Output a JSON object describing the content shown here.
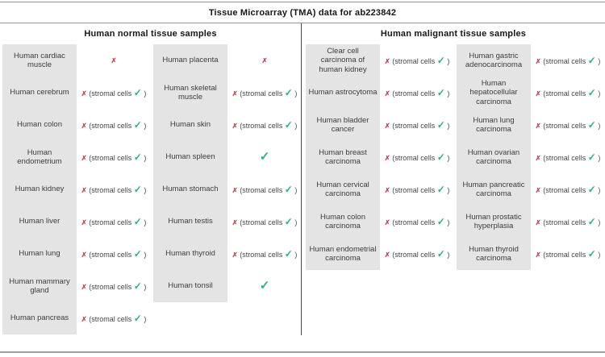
{
  "title": "Tissue Microarray (TMA) data for ab223842",
  "glyphs": {
    "cross": "✗",
    "check": "✓",
    "stromal_open": "(stromal cells",
    "stromal_close": ")"
  },
  "colors": {
    "cross": "#c04a58",
    "check": "#2fb080",
    "label_bg": "#e4e4e4",
    "rule": "#8f9595",
    "divider": "#4f4f4f",
    "bottom_rule": "#9aa0a0"
  },
  "result_legend": {
    "cross": "negative",
    "cross_stromal": "negative (stromal cells positive)",
    "check": "positive"
  },
  "sections": [
    {
      "id": "normal",
      "header": "Human normal tissue samples",
      "columns": [
        {
          "rows": [
            {
              "label": "Human cardiac muscle",
              "result": "cross"
            },
            {
              "label": "Human cerebrum",
              "result": "cross_stromal"
            },
            {
              "label": "Human colon",
              "result": "cross_stromal"
            },
            {
              "label": "Human endometrium",
              "result": "cross_stromal"
            },
            {
              "label": "Human kidney",
              "result": "cross_stromal"
            },
            {
              "label": "Human liver",
              "result": "cross_stromal"
            },
            {
              "label": "Human lung",
              "result": "cross_stromal"
            },
            {
              "label": "Human mammary gland",
              "result": "cross_stromal"
            },
            {
              "label": "Human pancreas",
              "result": "cross_stromal"
            }
          ]
        },
        {
          "rows": [
            {
              "label": "Human placenta",
              "result": "cross"
            },
            {
              "label": "Human skeletal muscle",
              "result": "cross_stromal"
            },
            {
              "label": "Human skin",
              "result": "cross_stromal"
            },
            {
              "label": "Human spleen",
              "result": "check"
            },
            {
              "label": "Human stomach",
              "result": "cross_stromal"
            },
            {
              "label": "Human testis",
              "result": "cross_stromal"
            },
            {
              "label": "Human thyroid",
              "result": "cross_stromal"
            },
            {
              "label": "Human tonsil",
              "result": "check"
            }
          ]
        }
      ]
    },
    {
      "id": "malignant",
      "header": "Human malignant tissue samples",
      "columns": [
        {
          "rows": [
            {
              "label": "Clear cell carcinoma of human kidney",
              "result": "cross_stromal"
            },
            {
              "label": "Human astrocytoma",
              "result": "cross_stromal"
            },
            {
              "label": "Human bladder cancer",
              "result": "cross_stromal"
            },
            {
              "label": "Human breast carcinoma",
              "result": "cross_stromal"
            },
            {
              "label": "Human cervical carcinoma",
              "result": "cross_stromal"
            },
            {
              "label": "Human colon carcinoma",
              "result": "cross_stromal"
            },
            {
              "label": "Human endometrial carcinoma",
              "result": "cross_stromal"
            }
          ]
        },
        {
          "rows": [
            {
              "label": "Human gastric adenocarcinoma",
              "result": "cross_stromal"
            },
            {
              "label": "Human hepatocellular carcinoma",
              "result": "cross_stromal"
            },
            {
              "label": "Human lung carcinoma",
              "result": "cross_stromal"
            },
            {
              "label": "Human ovarian carcinoma",
              "result": "cross_stromal"
            },
            {
              "label": "Human pancreatic carcinoma",
              "result": "cross_stromal"
            },
            {
              "label": "Human prostatic hyperplasia",
              "result": "cross_stromal"
            },
            {
              "label": "Human thyroid carcinoma",
              "result": "cross_stromal"
            }
          ]
        }
      ]
    }
  ]
}
